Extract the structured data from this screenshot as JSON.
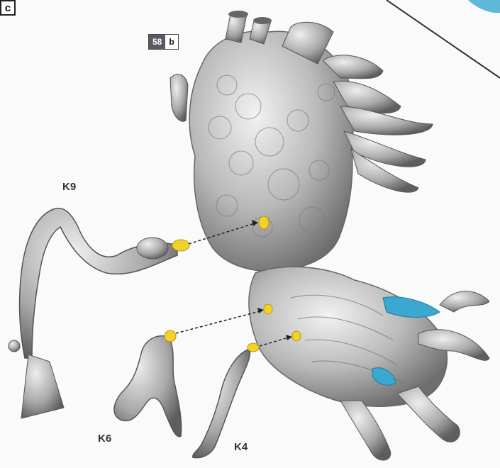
{
  "figure": {
    "panel_letter": "c",
    "step_badge": {
      "number": "58",
      "letter": "b"
    },
    "part_labels": {
      "k9": "K9",
      "k6": "K6",
      "k4": "K4"
    },
    "colors": {
      "model": "#b4b4b4",
      "connector": "#f2d22a",
      "accent": "#3aa8d0"
    },
    "icons": [
      "assembly-arrow-icon",
      "connector-peg-icon"
    ]
  }
}
